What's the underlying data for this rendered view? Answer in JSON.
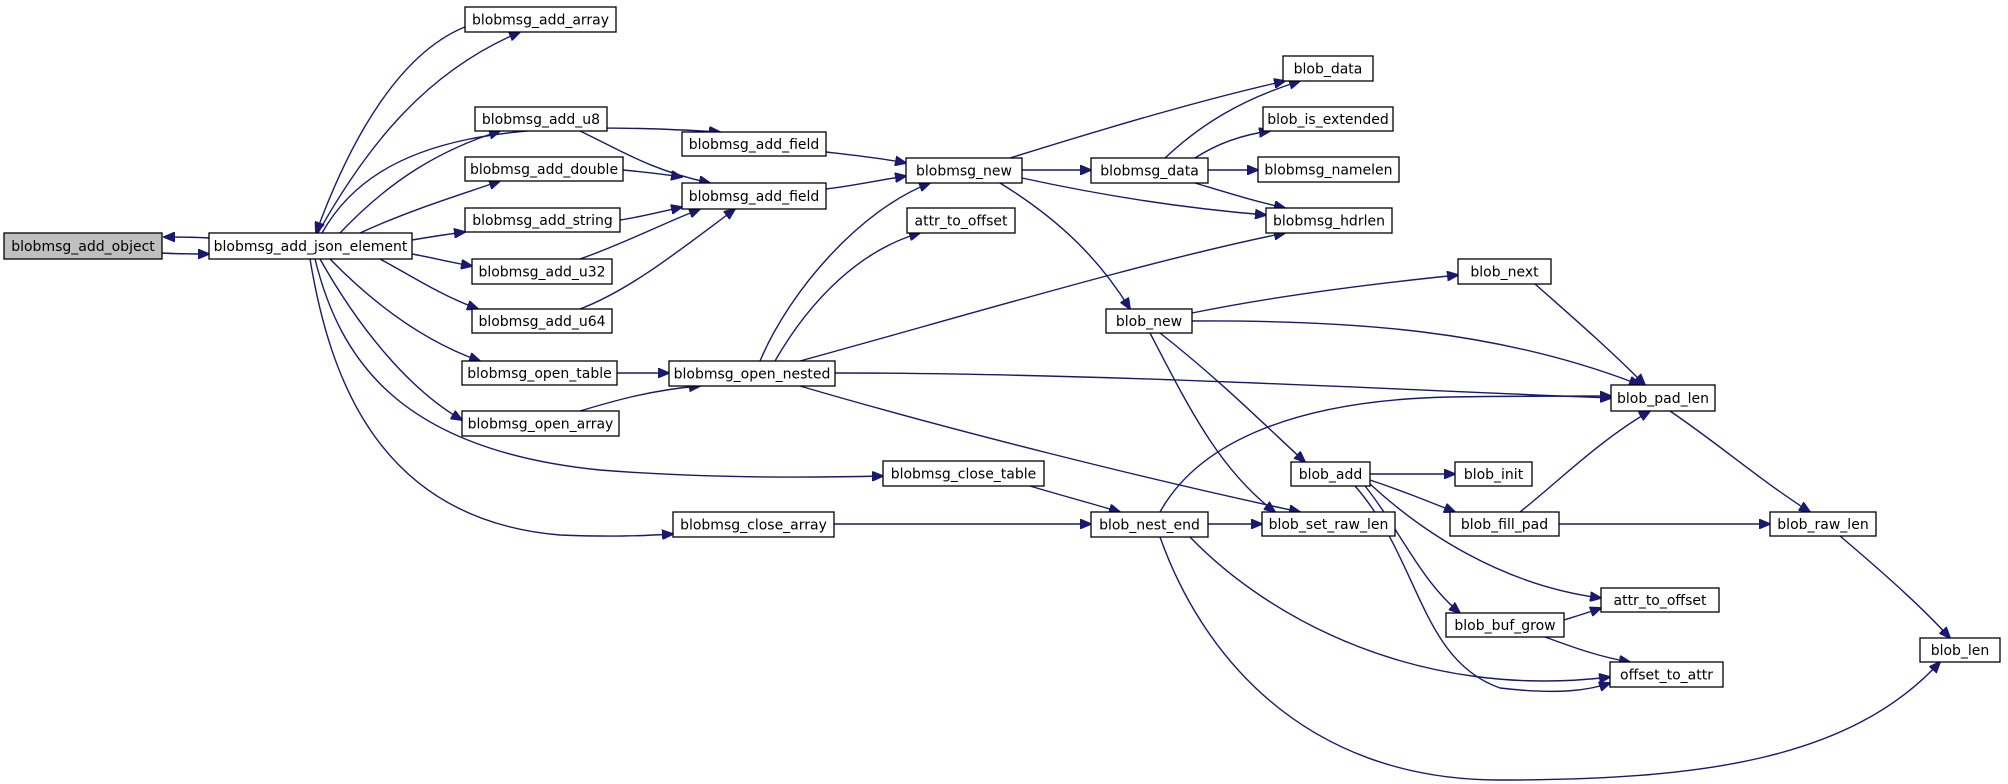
{
  "nodes": [
    {
      "id": "n_add_object",
      "label": "blobmsg_add_object"
    },
    {
      "id": "n_json_element",
      "label": "blobmsg_add_json_element"
    },
    {
      "id": "n_add_array",
      "label": "blobmsg_add_array"
    },
    {
      "id": "n_add_u8",
      "label": "blobmsg_add_u8"
    },
    {
      "id": "n_add_field_a",
      "label": "blobmsg_add_field"
    },
    {
      "id": "n_add_double",
      "label": "blobmsg_add_double"
    },
    {
      "id": "n_add_field_b",
      "label": "blobmsg_add_field"
    },
    {
      "id": "n_add_string",
      "label": "blobmsg_add_string"
    },
    {
      "id": "n_add_u32",
      "label": "blobmsg_add_u32"
    },
    {
      "id": "n_add_u64",
      "label": "blobmsg_add_u64"
    },
    {
      "id": "n_open_table",
      "label": "blobmsg_open_table"
    },
    {
      "id": "n_open_array",
      "label": "blobmsg_open_array"
    },
    {
      "id": "n_open_nested",
      "label": "blobmsg_open_nested"
    },
    {
      "id": "n_close_table",
      "label": "blobmsg_close_table"
    },
    {
      "id": "n_close_array",
      "label": "blobmsg_close_array"
    },
    {
      "id": "n_blobmsg_new",
      "label": "blobmsg_new"
    },
    {
      "id": "n_attr_to_offset_a",
      "label": "attr_to_offset"
    },
    {
      "id": "n_blobmsg_data",
      "label": "blobmsg_data"
    },
    {
      "id": "n_blob_data",
      "label": "blob_data"
    },
    {
      "id": "n_blob_is_extended",
      "label": "blob_is_extended"
    },
    {
      "id": "n_blobmsg_namelen",
      "label": "blobmsg_namelen"
    },
    {
      "id": "n_blobmsg_hdrlen",
      "label": "blobmsg_hdrlen"
    },
    {
      "id": "n_blob_new",
      "label": "blob_new"
    },
    {
      "id": "n_blob_next",
      "label": "blob_next"
    },
    {
      "id": "n_blob_pad_len",
      "label": "blob_pad_len"
    },
    {
      "id": "n_blob_add",
      "label": "blob_add"
    },
    {
      "id": "n_blob_init",
      "label": "blob_init"
    },
    {
      "id": "n_blob_fill_pad",
      "label": "blob_fill_pad"
    },
    {
      "id": "n_blob_raw_len",
      "label": "blob_raw_len"
    },
    {
      "id": "n_blob_nest_end",
      "label": "blob_nest_end"
    },
    {
      "id": "n_blob_set_raw_len",
      "label": "blob_set_raw_len"
    },
    {
      "id": "n_attr_to_offset_b",
      "label": "attr_to_offset"
    },
    {
      "id": "n_blob_buf_grow",
      "label": "blob_buf_grow"
    },
    {
      "id": "n_offset_to_attr",
      "label": "offset_to_attr"
    },
    {
      "id": "n_blob_len",
      "label": "blob_len"
    }
  ],
  "edges": [
    {
      "from": "n_add_object",
      "to": "n_json_element"
    },
    {
      "from": "n_json_element",
      "to": "n_add_object"
    },
    {
      "from": "n_json_element",
      "to": "n_add_array"
    },
    {
      "from": "n_add_array",
      "to": "n_json_element"
    },
    {
      "from": "n_json_element",
      "to": "n_add_field_a"
    },
    {
      "from": "n_json_element",
      "to": "n_add_u8"
    },
    {
      "from": "n_json_element",
      "to": "n_add_double"
    },
    {
      "from": "n_json_element",
      "to": "n_add_string"
    },
    {
      "from": "n_json_element",
      "to": "n_add_u32"
    },
    {
      "from": "n_json_element",
      "to": "n_add_u64"
    },
    {
      "from": "n_json_element",
      "to": "n_open_table"
    },
    {
      "from": "n_json_element",
      "to": "n_open_array"
    },
    {
      "from": "n_json_element",
      "to": "n_close_table"
    },
    {
      "from": "n_json_element",
      "to": "n_close_array"
    },
    {
      "from": "n_add_u8",
      "to": "n_add_field_b"
    },
    {
      "from": "n_add_double",
      "to": "n_add_field_b"
    },
    {
      "from": "n_add_string",
      "to": "n_add_field_b"
    },
    {
      "from": "n_add_u32",
      "to": "n_add_field_b"
    },
    {
      "from": "n_add_u64",
      "to": "n_add_field_b"
    },
    {
      "from": "n_add_field_a",
      "to": "n_blobmsg_new"
    },
    {
      "from": "n_add_field_b",
      "to": "n_blobmsg_new"
    },
    {
      "from": "n_open_table",
      "to": "n_open_nested"
    },
    {
      "from": "n_open_array",
      "to": "n_open_nested"
    },
    {
      "from": "n_open_nested",
      "to": "n_blobmsg_new"
    },
    {
      "from": "n_open_nested",
      "to": "n_attr_to_offset_a"
    },
    {
      "from": "n_open_nested",
      "to": "n_blobmsg_hdrlen"
    },
    {
      "from": "n_open_nested",
      "to": "n_blob_pad_len"
    },
    {
      "from": "n_open_nested",
      "to": "n_blob_set_raw_len"
    },
    {
      "from": "n_blobmsg_new",
      "to": "n_blobmsg_data"
    },
    {
      "from": "n_blobmsg_new",
      "to": "n_blob_data"
    },
    {
      "from": "n_blobmsg_new",
      "to": "n_blobmsg_hdrlen"
    },
    {
      "from": "n_blobmsg_new",
      "to": "n_blob_new"
    },
    {
      "from": "n_blobmsg_data",
      "to": "n_blob_data"
    },
    {
      "from": "n_blobmsg_data",
      "to": "n_blob_is_extended"
    },
    {
      "from": "n_blobmsg_data",
      "to": "n_blobmsg_namelen"
    },
    {
      "from": "n_blobmsg_data",
      "to": "n_blobmsg_hdrlen"
    },
    {
      "from": "n_blob_new",
      "to": "n_blob_next"
    },
    {
      "from": "n_blob_new",
      "to": "n_blob_pad_len"
    },
    {
      "from": "n_blob_new",
      "to": "n_blob_add"
    },
    {
      "from": "n_blob_new",
      "to": "n_blob_set_raw_len"
    },
    {
      "from": "n_blob_next",
      "to": "n_blob_pad_len"
    },
    {
      "from": "n_close_table",
      "to": "n_blob_nest_end"
    },
    {
      "from": "n_close_array",
      "to": "n_blob_nest_end"
    },
    {
      "from": "n_blob_nest_end",
      "to": "n_blob_set_raw_len"
    },
    {
      "from": "n_blob_nest_end",
      "to": "n_blob_pad_len"
    },
    {
      "from": "n_blob_nest_end",
      "to": "n_offset_to_attr"
    },
    {
      "from": "n_blob_nest_end",
      "to": "n_blob_len"
    },
    {
      "from": "n_blob_add",
      "to": "n_blob_init"
    },
    {
      "from": "n_blob_add",
      "to": "n_blob_fill_pad"
    },
    {
      "from": "n_blob_add",
      "to": "n_attr_to_offset_b"
    },
    {
      "from": "n_blob_add",
      "to": "n_blob_buf_grow"
    },
    {
      "from": "n_blob_add",
      "to": "n_offset_to_attr"
    },
    {
      "from": "n_blob_fill_pad",
      "to": "n_blob_pad_len"
    },
    {
      "from": "n_blob_fill_pad",
      "to": "n_blob_raw_len"
    },
    {
      "from": "n_blob_buf_grow",
      "to": "n_attr_to_offset_b"
    },
    {
      "from": "n_blob_buf_grow",
      "to": "n_offset_to_attr"
    },
    {
      "from": "n_blob_pad_len",
      "to": "n_blob_raw_len"
    },
    {
      "from": "n_blob_raw_len",
      "to": "n_blob_len"
    }
  ]
}
